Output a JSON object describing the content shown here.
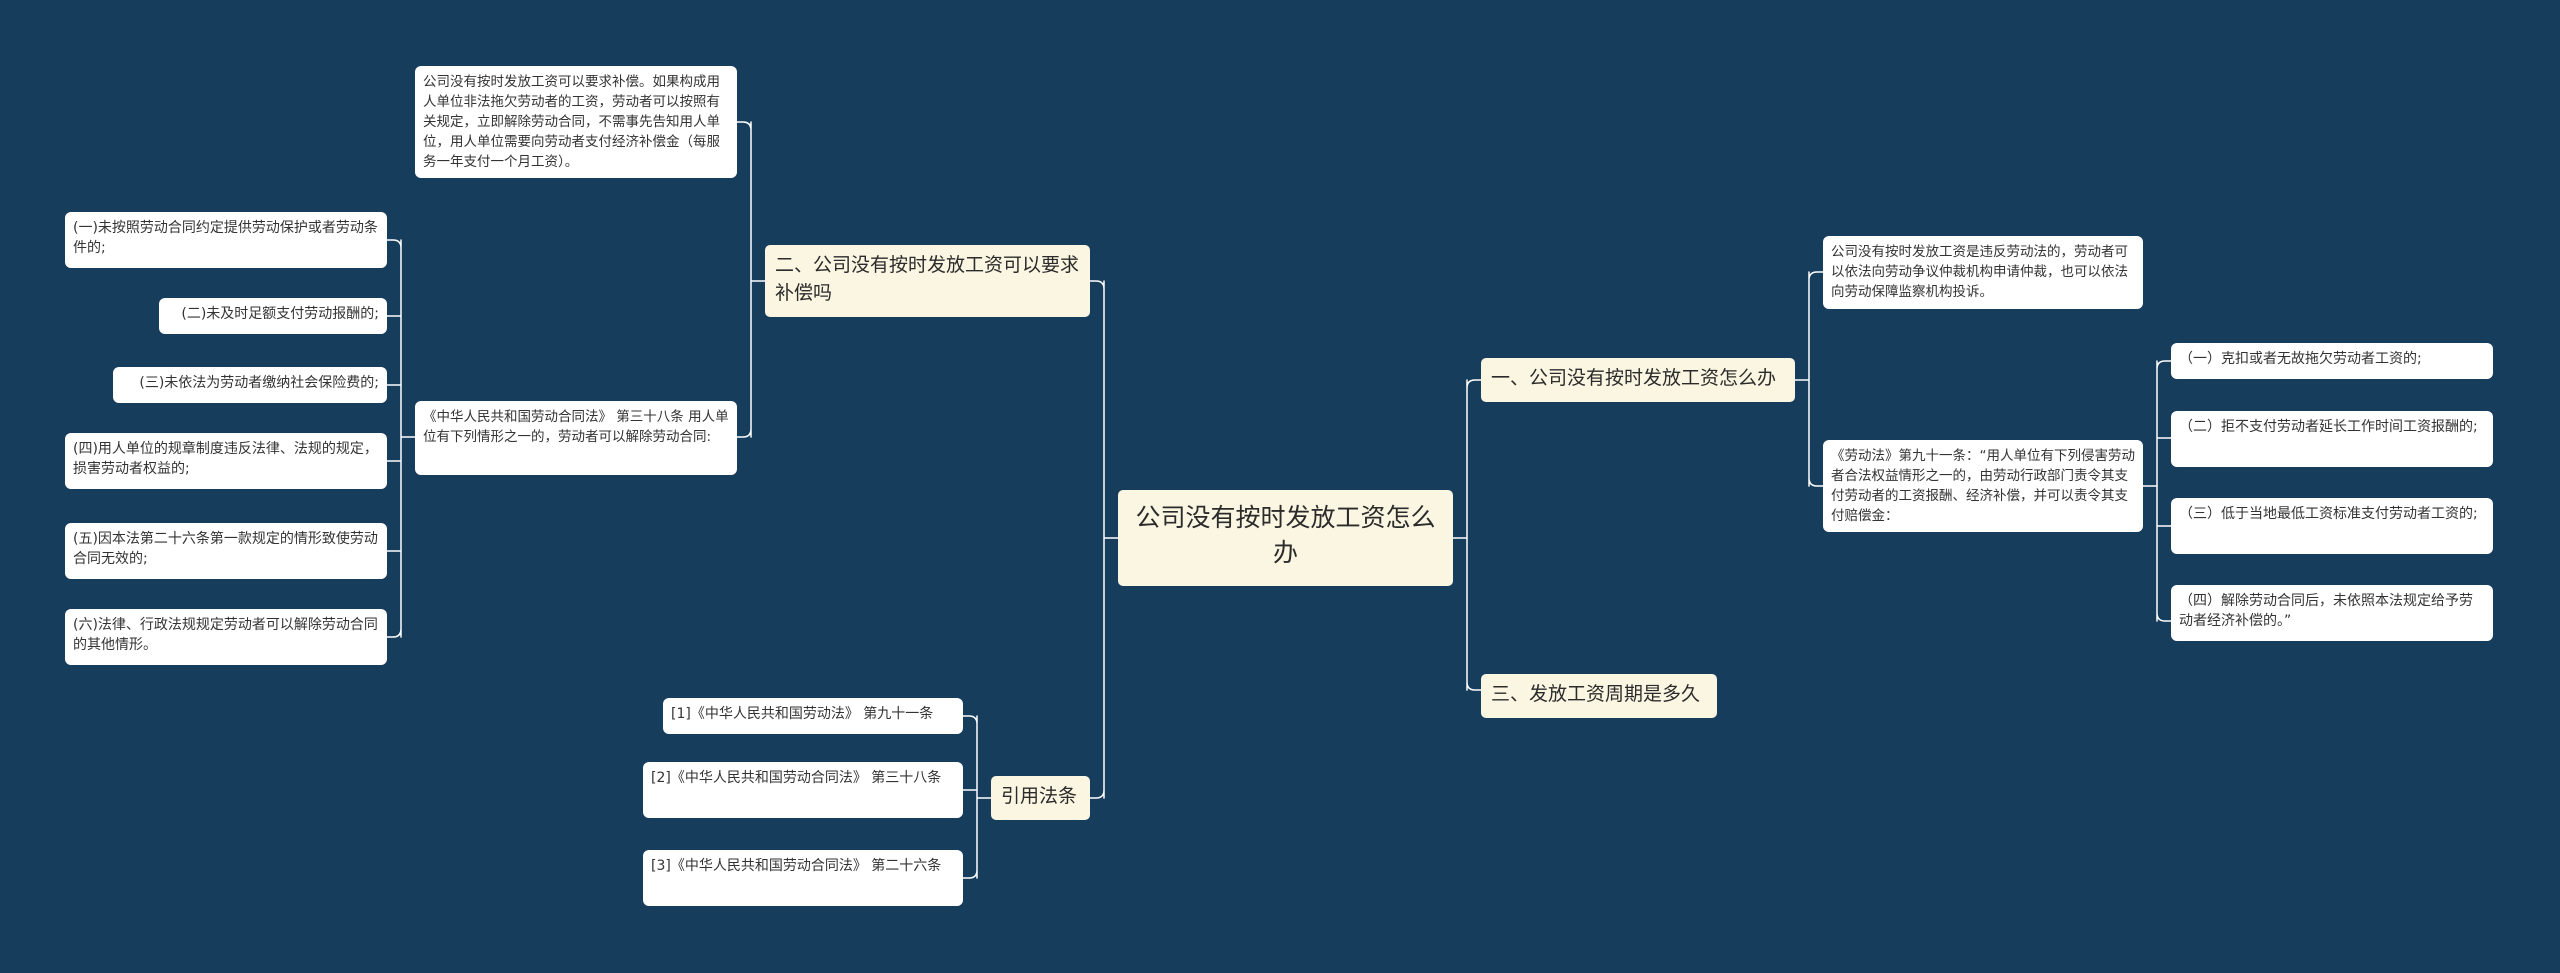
{
  "root": {
    "title": "公司没有按时发放工资怎么办"
  },
  "branches": {
    "b1": {
      "label": "一、公司没有按时发放工资怎么办"
    },
    "b2": {
      "label": "二、公司没有按时发放工资可以要求补偿吗"
    },
    "b3": {
      "label": "三、发放工资周期是多久"
    },
    "b4": {
      "label": "引用法条"
    }
  },
  "b1_children": {
    "c1": "公司没有按时发放工资是违反劳动法的，劳动者可以依法向劳动争议仲裁机构申请仲裁，也可以依法向劳动保障监察机构投诉。",
    "c2": "《劳动法》第九十一条：“用人单位有下列侵害劳动者合法权益情形之一的，由劳动行政部门责令其支付劳动者的工资报酬、经济补偿，并可以责令其支付赔偿金："
  },
  "b1_c2_children": [
    "（一）克扣或者无故拖欠劳动者工资的;",
    "（二）拒不支付劳动者延长工作时间工资报酬的;",
    "（三）低于当地最低工资标准支付劳动者工资的;",
    "（四）解除劳动合同后，未依照本法规定给予劳动者经济补偿的。”"
  ],
  "b2_children": {
    "c1": "公司没有按时发放工资可以要求补偿。如果构成用人单位非法拖欠劳动者的工资，劳动者可以按照有关规定，立即解除劳动合同，不需事先告知用人单位，用人单位需要向劳动者支付经济补偿金（每服务一年支付一个月工资）。",
    "c2": "《中华人民共和国劳动合同法》 第三十八条 用人单位有下列情形之一的，劳动者可以解除劳动合同:"
  },
  "b2_c2_children": [
    "(一)未按照劳动合同约定提供劳动保护或者劳动条件的;",
    "(二)未及时足额支付劳动报酬的;",
    "(三)未依法为劳动者缴纳社会保险费的;",
    "(四)用人单位的规章制度违反法律、法规的规定，损害劳动者权益的;",
    "(五)因本法第二十六条第一款规定的情形致使劳动合同无效的;",
    "(六)法律、行政法规规定劳动者可以解除劳动合同的其他情形。"
  ],
  "b4_children": [
    "[1]《中华人民共和国劳动法》 第九十一条",
    "[2]《中华人民共和国劳动合同法》 第三十八条",
    "[3]《中华人民共和国劳动合同法》 第二十六条"
  ],
  "colors": {
    "background": "#173d5c",
    "line": "#ffffff",
    "main_node": "#fbf6e2",
    "leaf_node": "#ffffff"
  }
}
